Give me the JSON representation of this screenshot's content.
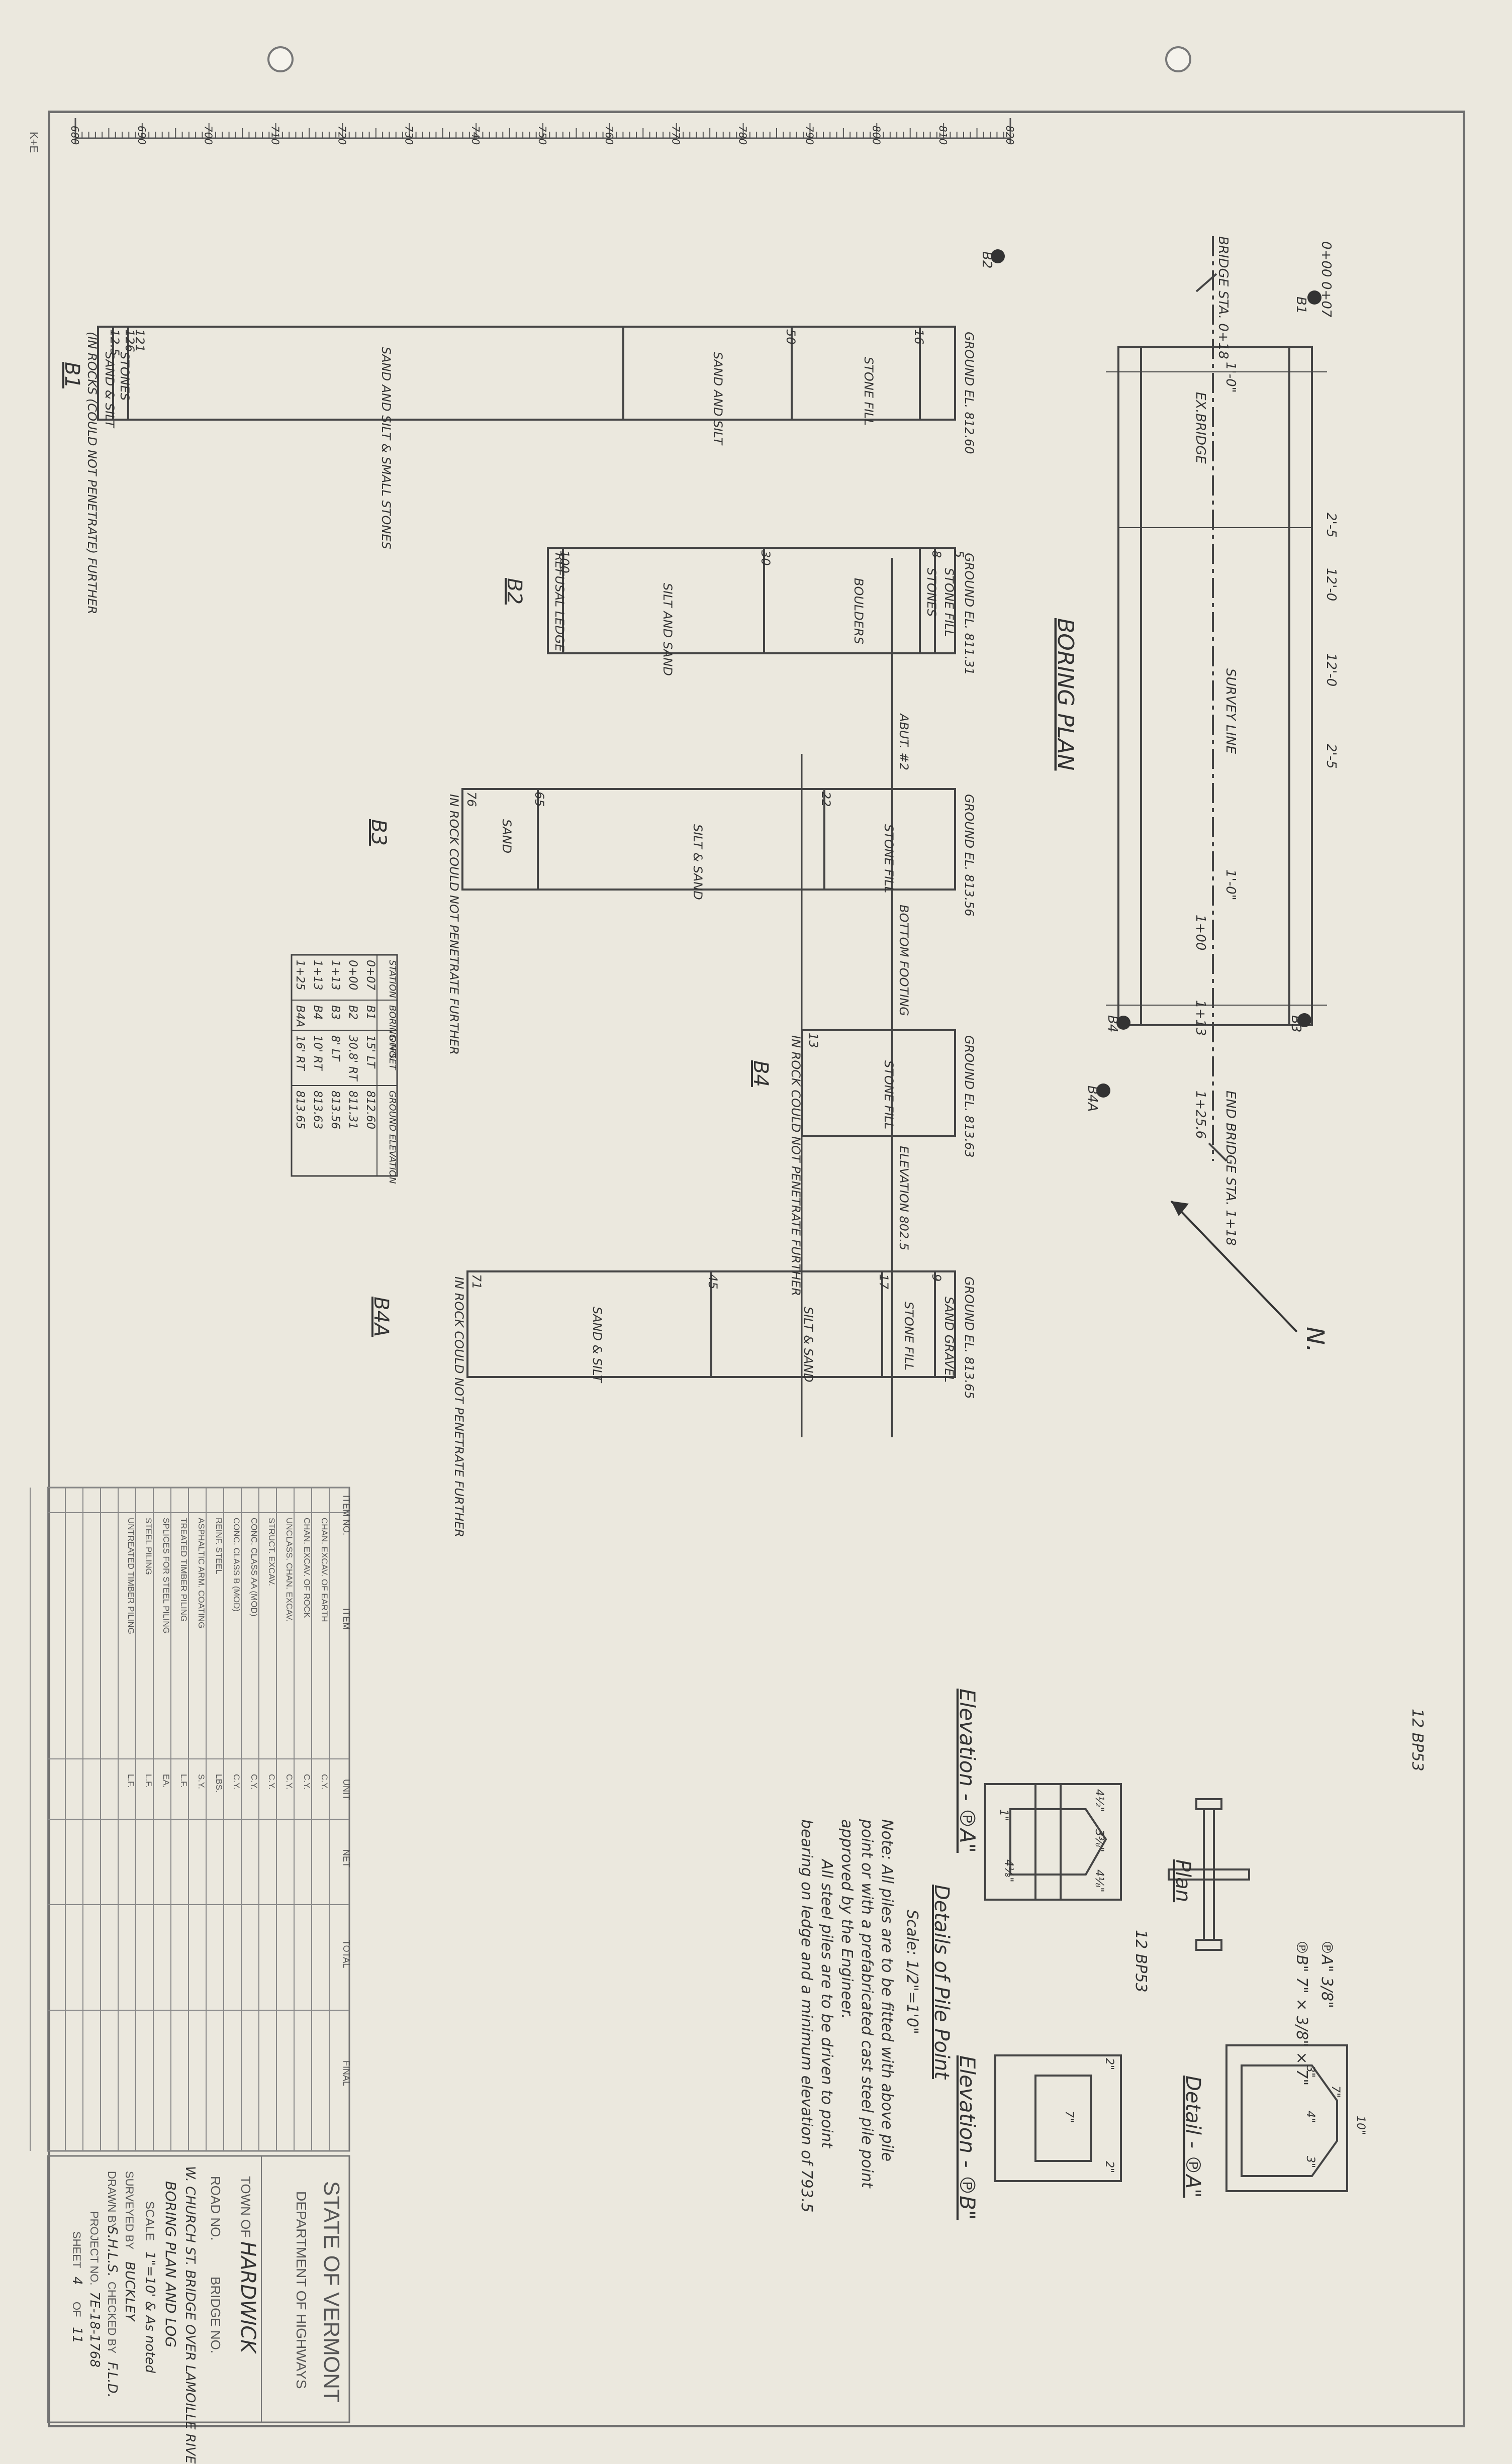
{
  "sheet": {
    "scale_left": [
      "680",
      "690",
      "700",
      "710",
      "720",
      "730",
      "740",
      "750",
      "760",
      "770",
      "780",
      "790",
      "800",
      "810",
      "820"
    ],
    "scale_note": "K+E"
  },
  "boring_plan": {
    "title": "BORING PLAN",
    "labels": {
      "bridge_sta": "BRIDGE STA. 0+18",
      "sta_start": "0+00",
      "sta_a": "0+07",
      "dim_10": "1'-0\"",
      "ex_bridge": "EX.BRIDGE",
      "dim_25a": "2'-5",
      "dim_12a": "12'-0",
      "dim_12b": "12'-0",
      "dim_25b": "2'-5",
      "survey_line": "SURVEY LINE",
      "dim_10b": "1'-0\"",
      "sta_100": "1+00",
      "sta_113": "1+13",
      "sta_end": "1+25.6",
      "end_bridge": "END BRIDGE STA. 1+18",
      "b1": "B1",
      "b2": "B2",
      "b3": "B3",
      "b4": "B4",
      "b4a": "B4A",
      "north": "N."
    }
  },
  "borings": {
    "b1": {
      "name": "B1",
      "ground": "GROUND EL. 812.60",
      "layers": [
        "STONE FILL",
        "SAND AND SILT",
        "SAND AND SILT & SMALL STONES",
        "STONES",
        "SAND & SILT"
      ],
      "depths": [
        "16",
        "50",
        "121",
        "126",
        "12.5"
      ],
      "note": "(IN ROCKS (COULD NOT PENETRATE) FURTHER"
    },
    "b2": {
      "name": "B2",
      "ground": "GROUND EL. 811.31",
      "layers": [
        "STONE FILL",
        "STONES",
        "BOULDERS",
        "SILT AND SAND",
        "REFUSAL LEDGE"
      ],
      "depths": [
        "5",
        "8",
        "30",
        "100"
      ]
    },
    "b3": {
      "name": "B3",
      "ground": "GROUND EL. 813.56",
      "layers": [
        "STONE FILL",
        "SILT & SAND",
        "SAND",
        "IN ROCK COULD NOT PENETRATE FURTHER"
      ],
      "depths": [
        "22",
        "65",
        "76"
      ]
    },
    "b4": {
      "name": "B4",
      "ground": "GROUND EL. 813.63",
      "layers": [
        "STONE FILL",
        "IN ROCK COULD NOT PENETRATE FURTHER"
      ],
      "depths": [
        "13"
      ]
    },
    "b4a": {
      "name": "B4A",
      "ground": "GROUND EL. 813.65",
      "layers": [
        "SAND GRAVEL",
        "STONE FILL",
        "SILT & SAND",
        "SAND & SILT",
        "IN ROCK COULD NOT PENETRATE FURTHER"
      ],
      "depths": [
        "9",
        "17",
        "45",
        "71"
      ]
    },
    "abut2": "ABUT. #2",
    "bottom_footing": "BOTTOM FOOTING",
    "elevation": "ELEVATION 802.5"
  },
  "boring_table": {
    "headers": [
      "STATION",
      "BORING NO.",
      "OFFSET",
      "GROUND ELEVATION"
    ],
    "rows": [
      [
        "0+07",
        "B1",
        "15' LT",
        "812.60"
      ],
      [
        "0+00",
        "B2",
        "30.8' RT",
        "811.31"
      ],
      [
        "1+13",
        "B3",
        "8' LT",
        "813.56"
      ],
      [
        "1+13",
        "B4",
        "10' RT",
        "813.63"
      ],
      [
        "1+25",
        "B4A",
        "16' RT",
        "813.65"
      ]
    ]
  },
  "details": {
    "title": "Details of Pile Point",
    "scale": "Scale: 1/2\"=1'0\"",
    "pile_a": "12 BP53",
    "plan": "Plan",
    "detail_a": "Detail - ℗A\"",
    "elev_a": "Elevation - ℗A\"",
    "elev_b": "Elevation - ℗B\"",
    "pa": "℗A\" 3/8\"",
    "pb": "℗B\" 7\" × 3/8\" × 7\"",
    "pile_b": "12 BP53",
    "note1": "Note: All piles are to be fitted with above pile",
    "note2": "point or with a prefabricated cast steel pile point",
    "note3": "approved by the Engineer.",
    "note4": "All steel piles are to be driven to point",
    "note5": "bearing on ledge and a minimum elevation of 793.5",
    "dims": [
      "10\"",
      "7\"",
      "3\"",
      "4\"",
      "3\"",
      "4½\"",
      "3⅜\"",
      "4⅛\"",
      "4⅛\"",
      "1\"",
      "2\"",
      "7\"",
      "2\""
    ]
  },
  "quantity": {
    "headers": [
      "ITEM NO.",
      "ITEM",
      "UNIT",
      "NET",
      "TOTAL",
      "FINAL"
    ],
    "rows": [
      [
        "",
        "CHAN. EXCAV. OF EARTH",
        "C.Y."
      ],
      [
        "",
        "CHAN. EXCAV. OF ROCK",
        "C.Y."
      ],
      [
        "",
        "UNCLASS. CHAN. EXCAV.",
        "C.Y."
      ],
      [
        "",
        "STRUCT. EXCAV.",
        "C.Y."
      ],
      [
        "",
        "CONC. CLASS AA (MOD)",
        "C.Y."
      ],
      [
        "",
        "CONC. CLASS B (MOD)",
        "C.Y."
      ],
      [
        "",
        "REINF. STEEL",
        "LBS."
      ],
      [
        "",
        "ASPHALTIC ARM. COATING",
        "S.Y."
      ],
      [
        "",
        "TREATED TIMBER PILING",
        "L.F."
      ],
      [
        "",
        "SPLICES FOR STEEL PILING",
        "EA."
      ],
      [
        "",
        "STEEL PILING",
        "L.F."
      ],
      [
        "",
        "UNTREATED TIMBER PILING",
        "L.F."
      ]
    ]
  },
  "title_block": {
    "state": "STATE OF VERMONT",
    "dept": "DEPARTMENT OF HIGHWAYS",
    "town_label": "TOWN OF",
    "town": "HARDWICK",
    "road_label": "ROAD NO.",
    "bridge_label": "BRIDGE NO.",
    "desc1": "W. CHURCH ST. BRIDGE OVER LAMOILLE RIVER",
    "desc2": "BORING PLAN AND LOG",
    "scale_label": "SCALE",
    "scale": "1\"=10' & As noted",
    "surveyed_label": "SURVEYED BY",
    "surveyed": "BUCKLEY",
    "drawn_label": "DRAWN BY",
    "drawn": "S.H.L.S.",
    "checked_label": "CHECKED BY",
    "checked": "F.L.D.",
    "project_label": "PROJECT NO.",
    "project": "7E-18-1768",
    "sheet_label": "SHEET",
    "sheet": "4",
    "of_label": "OF",
    "of": "11"
  }
}
